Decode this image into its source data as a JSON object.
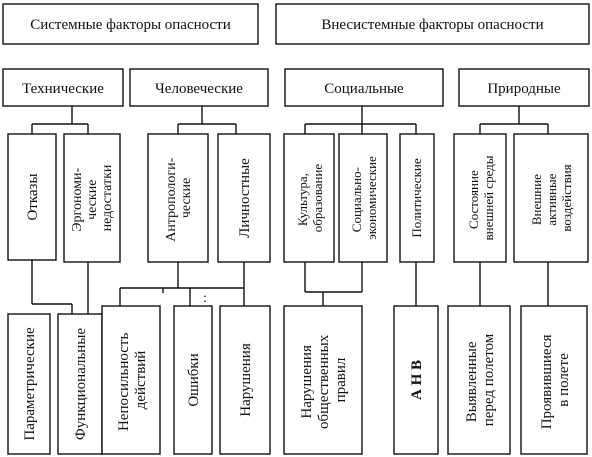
{
  "top": {
    "systemic": "Системные факторы опасности",
    "external": "Внесистемные факторы опасности"
  },
  "level2": {
    "technical": "Технические",
    "human": "Человеческие",
    "social": "Социальные",
    "natural": "Природные"
  },
  "level3": {
    "failures": "Отказы",
    "ergonomic": [
      "Эргономи-",
      "ческие",
      "недостатки"
    ],
    "anthropological": [
      "Антропологи-",
      "ческие"
    ],
    "personal": "Личностные",
    "culture": [
      "Культура,",
      "образование"
    ],
    "socioeconomic": [
      "Социально-",
      "экономические"
    ],
    "political": "Политические",
    "environment": [
      "Состояние",
      "внешней среды"
    ],
    "external_impacts": [
      "Внешние",
      "активные",
      "воздействия"
    ]
  },
  "marker": ":",
  "level4": {
    "parametric": "Параметрические",
    "functional": "Функциональные",
    "inability": [
      "Непосильность",
      "действий"
    ],
    "errors": "Ошибки",
    "violations": "Нарушения",
    "social_violations": [
      "Нарушения",
      "общественных",
      "правил"
    ],
    "anv": "А Н В",
    "detected_before": [
      "Выявленные",
      "перед полетом"
    ],
    "manifested_in": [
      "Проявившиеся",
      "в полете"
    ]
  }
}
